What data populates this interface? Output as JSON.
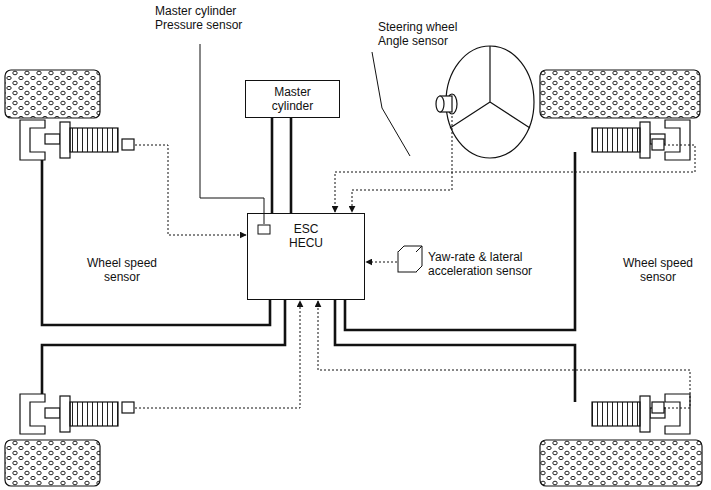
{
  "diagram": {
    "nodes": [
      {
        "text": [
          "Master cylinder"
        ]
      },
      {
        "text": [
          "ESC HECU"
        ]
      }
    ],
    "edges": [
      {
        "from": 0,
        "to": 1,
        "arrow": "none"
      },
      {
        "from": 0,
        "to": 1,
        "arrow": "none"
      }
    ],
    "labels": [
      "Master cylinder Pressure sensor",
      "Steering wheel Angle sensor",
      "Yaw-rate & lateral acceleration sensor",
      "Wheel speed sensor",
      "Wheel speed sensor"
    ]
  }
}
